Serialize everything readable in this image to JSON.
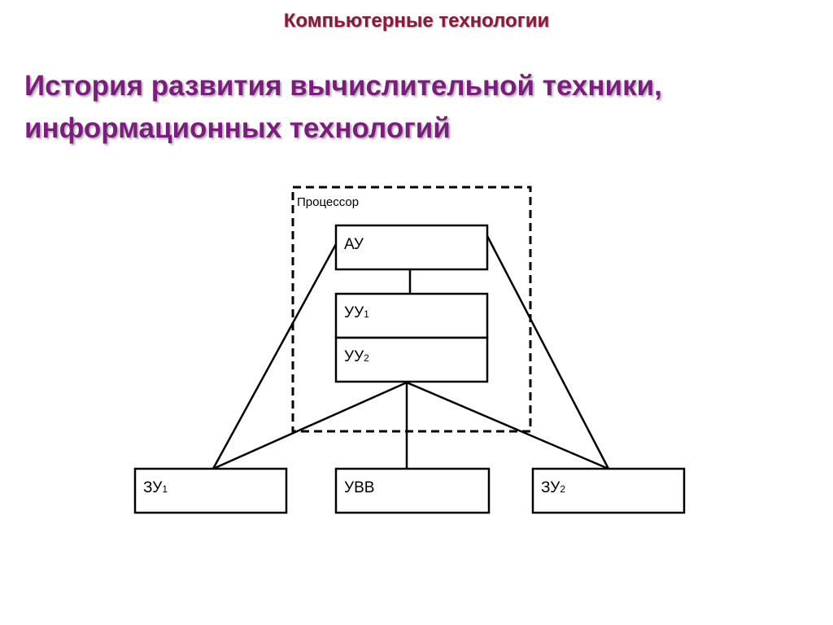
{
  "colors": {
    "header": "#8B1A3A",
    "title": "#7B1C7E",
    "stroke": "#000000"
  },
  "header": {
    "text": "Компьютерные технологии"
  },
  "title": {
    "line1": "История развития вычислительной техники,",
    "line2": "информационных технологий"
  },
  "diagram": {
    "processor_label": "Процессор",
    "au": {
      "text": "АУ"
    },
    "uu1": {
      "text": "УУ",
      "sub": "1"
    },
    "uu2": {
      "text": "УУ",
      "sub": "2"
    },
    "zu1": {
      "text": "ЗУ",
      "sub": "1"
    },
    "uvv": {
      "text": "УВВ"
    },
    "zu2": {
      "text": "ЗУ",
      "sub": "2"
    }
  }
}
